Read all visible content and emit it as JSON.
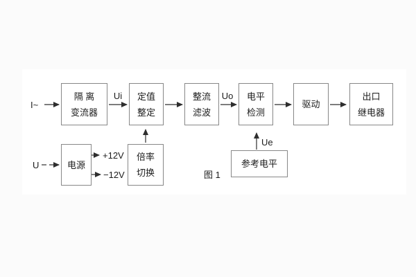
{
  "diagram": {
    "caption": "图 1",
    "colors": {
      "page_background": "#fbfbfb",
      "canvas_background": "#ffffff",
      "box_border": "#878787",
      "line": "#333333",
      "text": "#1c1c1c"
    },
    "main_row": {
      "input_label": "I~",
      "ui_label": "Ui",
      "uo_label": "Uo",
      "boxes": [
        {
          "line1": "隔 离",
          "line2": "变流器"
        },
        {
          "line1": "定值",
          "line2": "整定"
        },
        {
          "line1": "整流",
          "line2": "滤波"
        },
        {
          "line1": "电平",
          "line2": "检测"
        },
        {
          "line1": "驱动"
        },
        {
          "line1": "出口",
          "line2": "继电器"
        }
      ]
    },
    "power_row": {
      "input_label": "U",
      "power_box_label": "电源",
      "plus_rail_label": "+12V",
      "minus_rail_label": "−12V",
      "multiplier_box": {
        "line1": "倍率",
        "line2": "切换"
      }
    },
    "reference": {
      "box_label": "参考电平",
      "ue_label": "Ue"
    }
  }
}
